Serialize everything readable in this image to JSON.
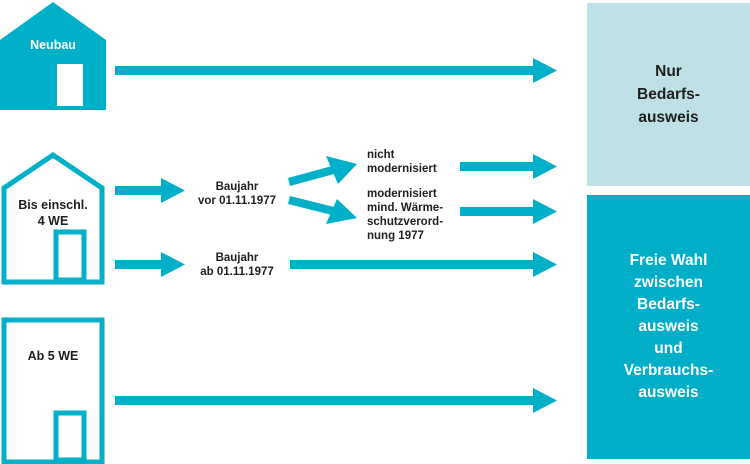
{
  "houses": {
    "neubau": "Neubau",
    "small": "Bis einschl.\n4 WE",
    "large": "Ab 5 WE"
  },
  "conditions": {
    "before": "Baujahr\nvor 01.11.1977",
    "after": "Baujahr\nab 01.11.1977",
    "not_modernized": "nicht\nmodernisiert",
    "modernized": "modernisiert\nmind. Wärme-\nschutzverord-\nnung 1977"
  },
  "outcomes": {
    "demand_only": "Nur\nBedarfs-\nausweis",
    "free_choice": "Freie Wahl\nzwischen\nBedarfs-\nausweis\nund\nVerbrauchs-\nausweis"
  },
  "colors": {
    "accent": "#00afc8",
    "light_box": "#bee1e8",
    "dark_box": "#00aec8",
    "dark_text": "#1e1e1e",
    "light_text": "#ffffff"
  }
}
